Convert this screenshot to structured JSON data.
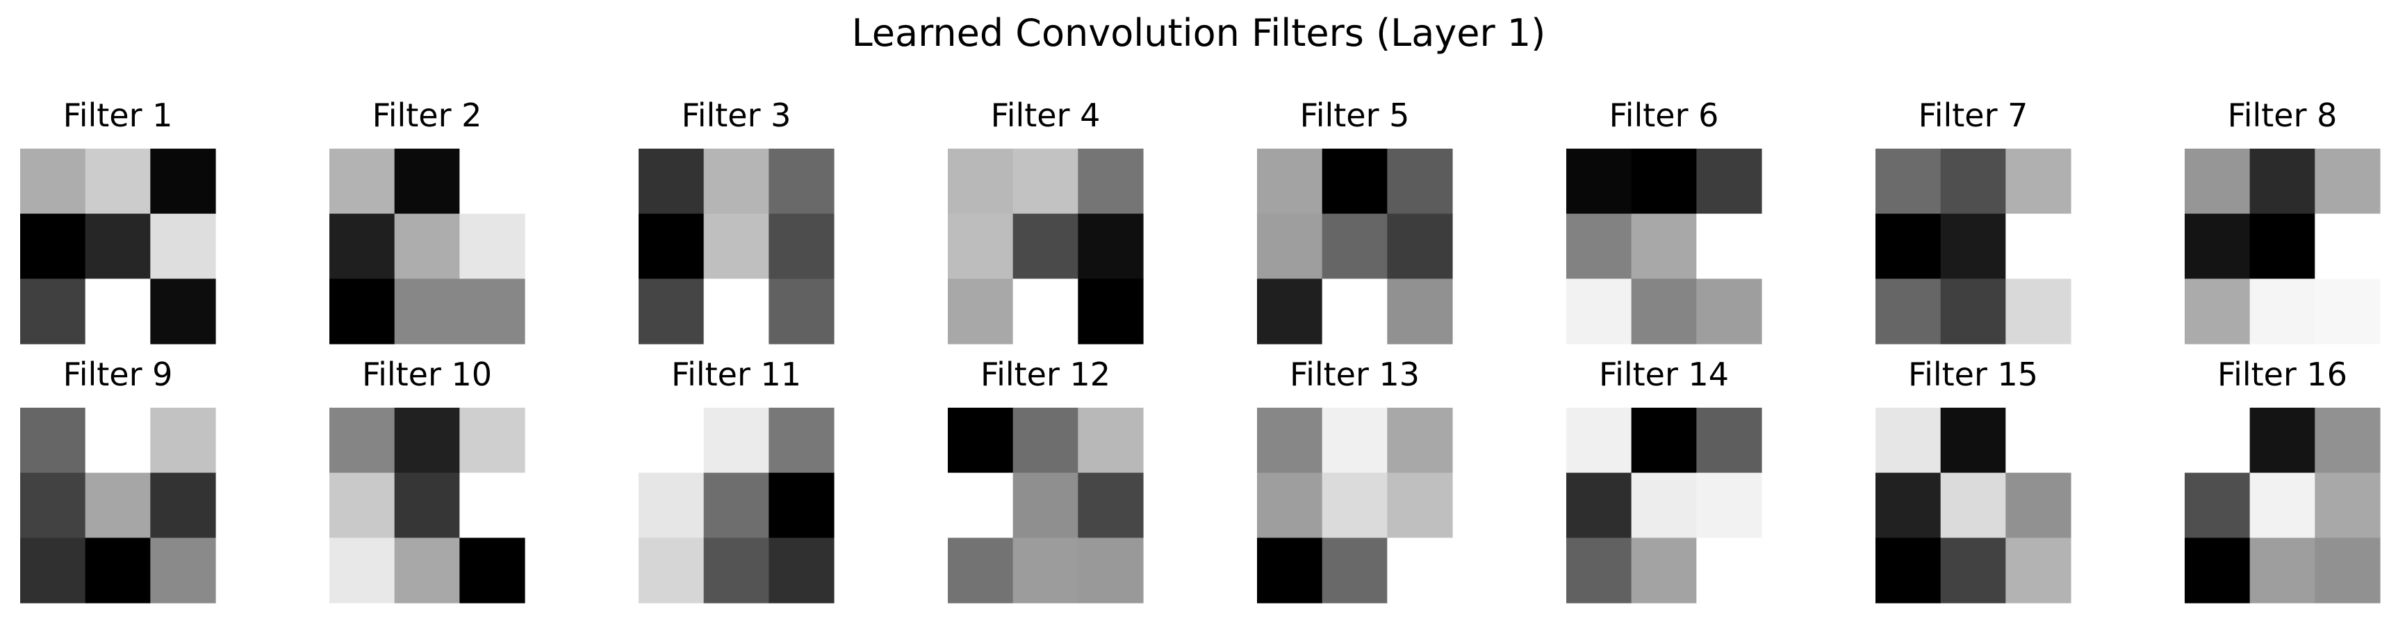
{
  "chart_data": {
    "type": "heatmap",
    "title": "Learned Convolution Filters (Layer 1)",
    "colormap": "gray",
    "value_range": [
      0,
      1
    ],
    "value_meaning": "0 = black, 1 = white",
    "grid": false,
    "axes_visible": false,
    "layout": {
      "rows": 2,
      "cols": 8
    },
    "filters": [
      {
        "title": "Filter 1",
        "values": [
          [
            0.68,
            0.8,
            0.03
          ],
          [
            0.0,
            0.15,
            0.87
          ],
          [
            0.25,
            1.0,
            0.05
          ]
        ]
      },
      {
        "title": "Filter 2",
        "values": [
          [
            0.7,
            0.04,
            1.0
          ],
          [
            0.12,
            0.68,
            0.9
          ],
          [
            0.0,
            0.53,
            0.53
          ]
        ]
      },
      {
        "title": "Filter 3",
        "values": [
          [
            0.2,
            0.71,
            0.41
          ],
          [
            0.0,
            0.75,
            0.3
          ],
          [
            0.27,
            1.0,
            0.38
          ]
        ]
      },
      {
        "title": "Filter 4",
        "values": [
          [
            0.72,
            0.76,
            0.46
          ],
          [
            0.74,
            0.29,
            0.06
          ],
          [
            0.66,
            1.0,
            0.0
          ]
        ]
      },
      {
        "title": "Filter 5",
        "values": [
          [
            0.64,
            0.0,
            0.36
          ],
          [
            0.62,
            0.4,
            0.24
          ],
          [
            0.12,
            1.0,
            0.57
          ]
        ]
      },
      {
        "title": "Filter 6",
        "values": [
          [
            0.03,
            0.0,
            0.24
          ],
          [
            0.51,
            0.66,
            1.0
          ],
          [
            0.95,
            0.52,
            0.62
          ]
        ]
      },
      {
        "title": "Filter 7",
        "values": [
          [
            0.42,
            0.31,
            0.69
          ],
          [
            0.0,
            0.1,
            1.0
          ],
          [
            0.4,
            0.25,
            0.85
          ]
        ]
      },
      {
        "title": "Filter 8",
        "values": [
          [
            0.59,
            0.17,
            0.66
          ],
          [
            0.08,
            0.0,
            1.0
          ],
          [
            0.67,
            0.96,
            0.97
          ]
        ]
      },
      {
        "title": "Filter 9",
        "values": [
          [
            0.4,
            1.0,
            0.76
          ],
          [
            0.26,
            0.65,
            0.2
          ],
          [
            0.19,
            0.0,
            0.54
          ]
        ]
      },
      {
        "title": "Filter 10",
        "values": [
          [
            0.52,
            0.13,
            0.81
          ],
          [
            0.79,
            0.21,
            1.0
          ],
          [
            0.91,
            0.66,
            0.0
          ]
        ]
      },
      {
        "title": "Filter 11",
        "values": [
          [
            1.0,
            0.92,
            0.47
          ],
          [
            0.9,
            0.43,
            0.0
          ],
          [
            0.84,
            0.33,
            0.19
          ]
        ]
      },
      {
        "title": "Filter 12",
        "values": [
          [
            0.0,
            0.43,
            0.72
          ],
          [
            1.0,
            0.56,
            0.28
          ],
          [
            0.45,
            0.61,
            0.6
          ]
        ]
      },
      {
        "title": "Filter 13",
        "values": [
          [
            0.53,
            0.94,
            0.66
          ],
          [
            0.62,
            0.86,
            0.75
          ],
          [
            0.0,
            0.41,
            1.0
          ]
        ]
      },
      {
        "title": "Filter 14",
        "values": [
          [
            0.94,
            0.0,
            0.37
          ],
          [
            0.18,
            0.93,
            0.95
          ],
          [
            0.38,
            0.64,
            1.0
          ]
        ]
      },
      {
        "title": "Filter 15",
        "values": [
          [
            0.9,
            0.06,
            1.0
          ],
          [
            0.13,
            0.86,
            0.57
          ],
          [
            0.0,
            0.26,
            0.7
          ]
        ]
      },
      {
        "title": "Filter 16",
        "values": [
          [
            1.0,
            0.08,
            0.57
          ],
          [
            0.31,
            0.95,
            0.66
          ],
          [
            0.0,
            0.62,
            0.57
          ]
        ]
      }
    ]
  }
}
